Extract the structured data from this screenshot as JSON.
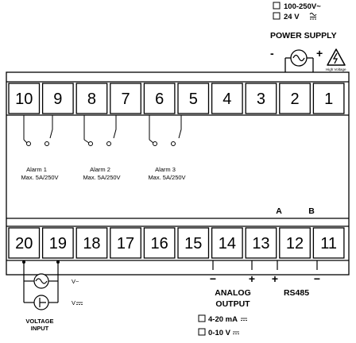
{
  "top_terminals": [
    "10",
    "9",
    "8",
    "7",
    "6",
    "5",
    "4",
    "3",
    "2",
    "1"
  ],
  "bottom_terminals": [
    "20",
    "19",
    "18",
    "17",
    "16",
    "15",
    "14",
    "13",
    "12",
    "11"
  ],
  "power_supply": {
    "option_ac": "100-250V~",
    "option_dc": "24 V",
    "title": "POWER SUPPLY",
    "minus": "-",
    "plus": "+",
    "warning_text": "High Voltage"
  },
  "alarms": [
    {
      "name": "Alarm 1",
      "rating": "Max. 5A/250V"
    },
    {
      "name": "Alarm 2",
      "rating": "Max. 5A/250V"
    },
    {
      "name": "Alarm 3",
      "rating": "Max. 5A/250V"
    }
  ],
  "rs485": {
    "a_label": "A",
    "b_label": "B",
    "title": "RS485",
    "plus": "+",
    "minus": "−"
  },
  "analog_output": {
    "title_line1": "ANALOG",
    "title_line2": "OUTPUT",
    "option_ma": "4-20 mA",
    "option_v": "0-10 V",
    "minus": "−",
    "plus": "+"
  },
  "voltage_input": {
    "title_line1": "VOLTAGE",
    "title_line2": "INPUT",
    "ac_label": "V~",
    "dc_label": "V"
  }
}
